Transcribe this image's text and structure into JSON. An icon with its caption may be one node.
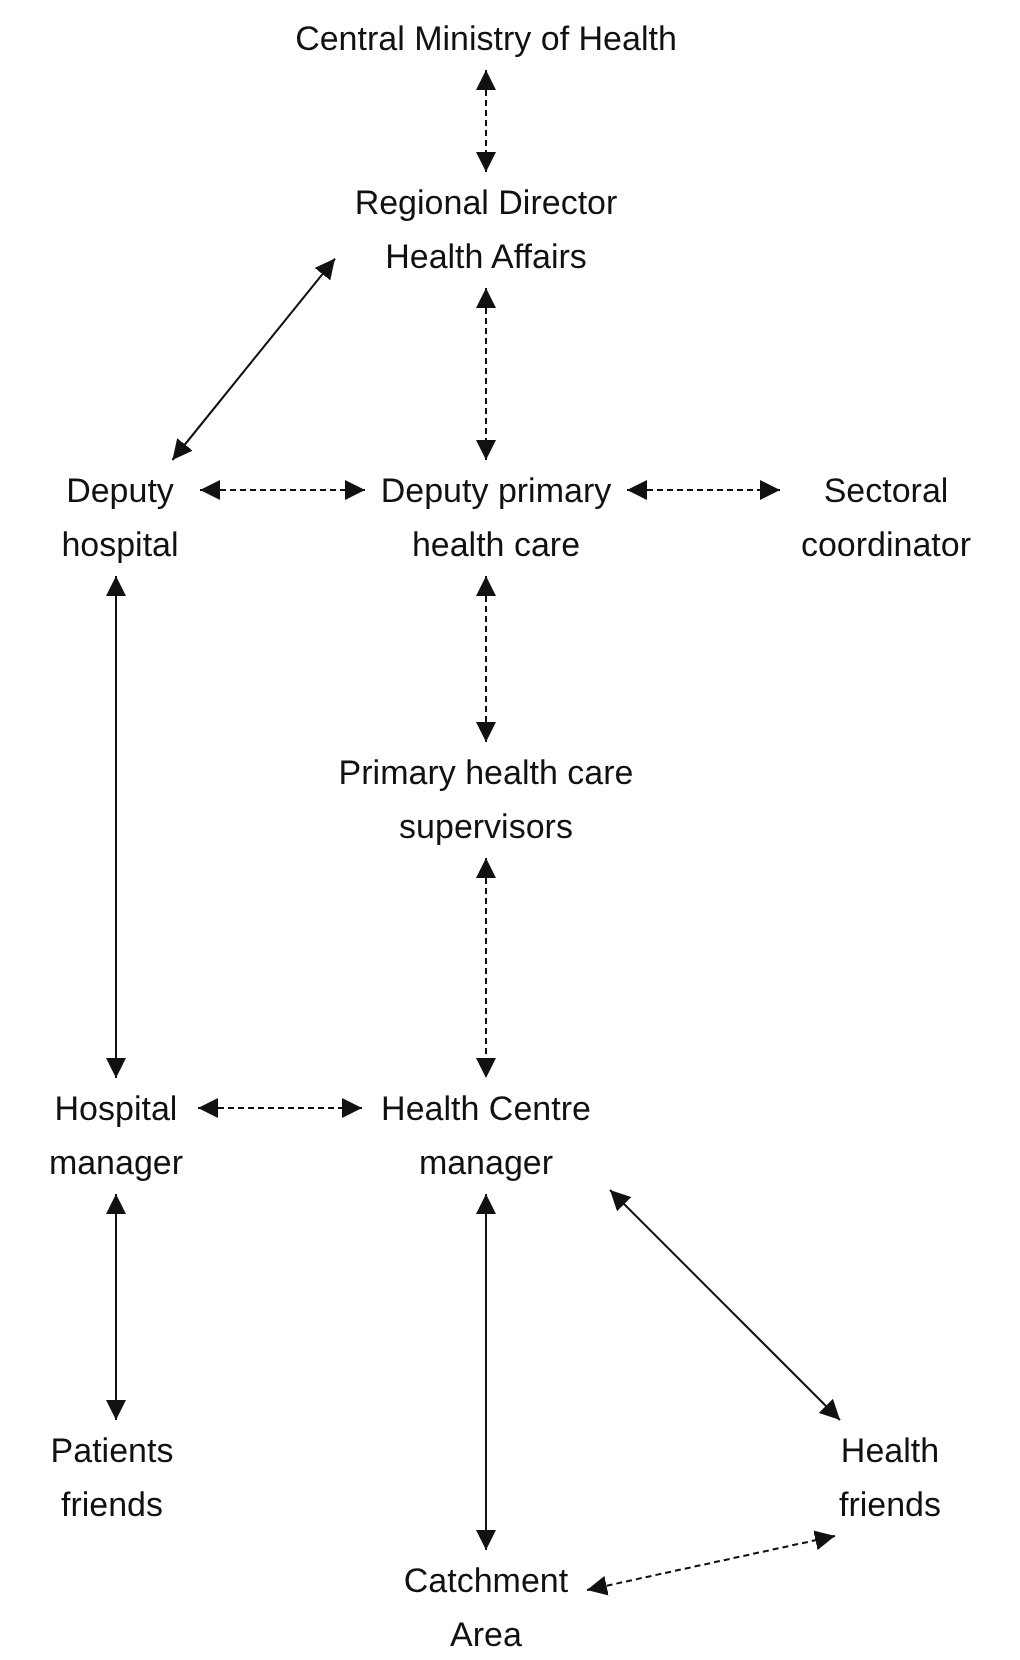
{
  "diagram": {
    "nodes": [
      {
        "text": [
          "Central Ministry of Health"
        ]
      },
      {
        "text": [
          "Regional Director Health Affairs"
        ]
      },
      {
        "text": [
          "Deputy hospital"
        ]
      },
      {
        "text": [
          "Deputy primary health care"
        ]
      },
      {
        "text": [
          "Sectoral coordinator"
        ]
      },
      {
        "text": [
          "Primary health care supervisors"
        ]
      },
      {
        "text": [
          "Hospital manager"
        ]
      },
      {
        "text": [
          "Health Centre manager"
        ]
      },
      {
        "text": [
          "Patients friends"
        ]
      },
      {
        "text": [
          "Health friends"
        ]
      },
      {
        "text": [
          "Catchment Area"
        ]
      }
    ],
    "edges": [
      {
        "from": 0,
        "to": 1,
        "arrow": "both",
        "style": "dashed"
      },
      {
        "from": 1,
        "to": 2,
        "arrow": "both"
      },
      {
        "from": 1,
        "to": 3,
        "arrow": "both",
        "style": "dashed"
      },
      {
        "from": 2,
        "to": 3,
        "arrow": "both",
        "style": "dashed"
      },
      {
        "from": 3,
        "to": 4,
        "arrow": "both",
        "style": "dashed"
      },
      {
        "from": 3,
        "to": 5,
        "arrow": "both",
        "style": "dashed"
      },
      {
        "from": 2,
        "to": 6,
        "arrow": "both"
      },
      {
        "from": 5,
        "to": 7,
        "arrow": "both",
        "style": "dashed"
      },
      {
        "from": 6,
        "to": 7,
        "arrow": "both",
        "style": "dashed"
      },
      {
        "from": 6,
        "to": 8,
        "arrow": "both"
      },
      {
        "from": 7,
        "to": 10,
        "arrow": "both"
      },
      {
        "from": 7,
        "to": 9,
        "arrow": "both"
      },
      {
        "from": 10,
        "to": 9,
        "arrow": "both",
        "style": "dashed"
      }
    ]
  }
}
